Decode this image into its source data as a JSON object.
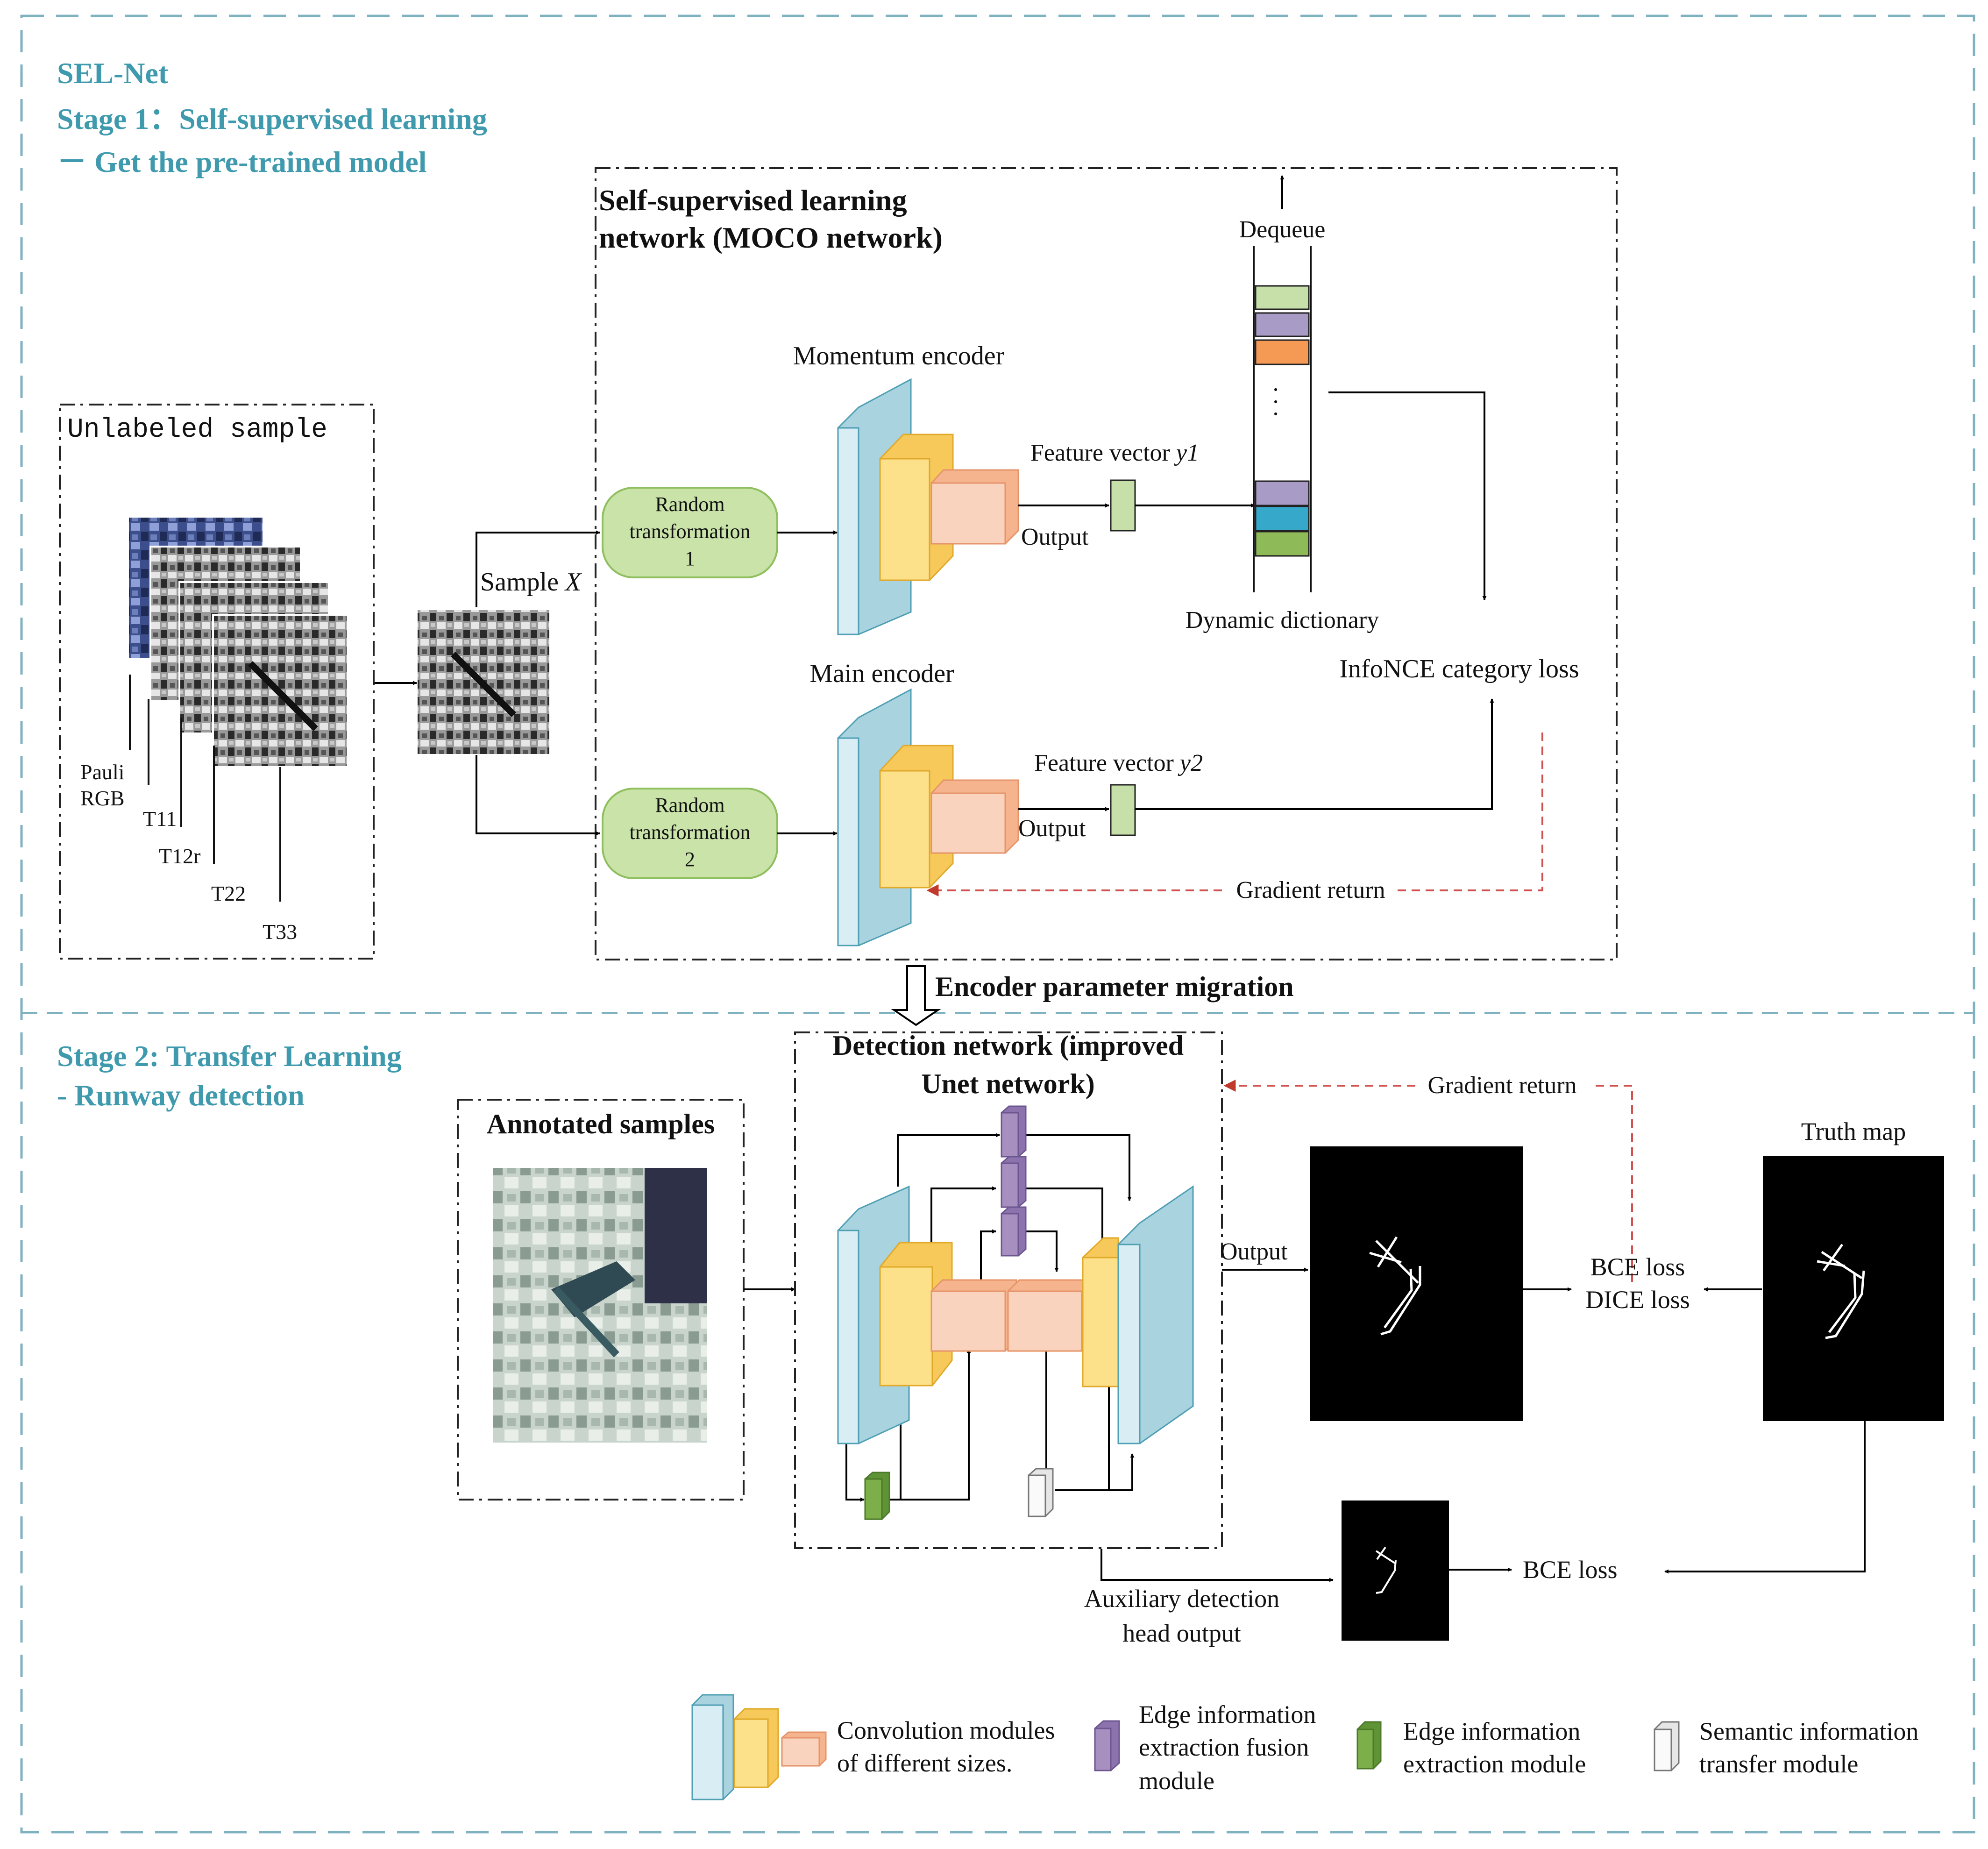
{
  "sections": {
    "net_name": "SEL-Net",
    "stage1_title": "Stage 1：Self-supervised learning",
    "stage1_sub": "－ Get the pre-trained model",
    "stage2_title": "Stage 2: Transfer Learning",
    "stage2_sub": "- Runway detection"
  },
  "stage1": {
    "moco_title_line1": "Self-supervised learning",
    "moco_title_line2": "network (MOCO network)",
    "unlabeled_title": "Unlabeled sample",
    "channels": [
      "Pauli",
      "RGB",
      "T11",
      "T12r",
      "T22",
      "T33"
    ],
    "sample_label": "Sample ",
    "sample_var": "X",
    "rt1": [
      "Random",
      "transformation",
      "1"
    ],
    "rt2": [
      "Random",
      "transformation",
      "2"
    ],
    "momentum_encoder": "Momentum encoder",
    "main_encoder": "Main encoder",
    "feature_y1": "Feature vector ",
    "feature_y1_var": "y1",
    "feature_y2": "Feature vector ",
    "feature_y2_var": "y2",
    "output": "Output",
    "dequeue": "Dequeue",
    "dict_dots": ". . .",
    "dynamic_dictionary": "Dynamic dictionary",
    "infonce": "InfoNCE category loss",
    "gradient_return": "Gradient return"
  },
  "migration": "Encoder parameter migration",
  "stage2": {
    "annotated_title": "Annotated samples",
    "det_title_line1": "Detection network (improved",
    "det_title_line2": "Unet network)",
    "gradient_return": "Gradient return",
    "output": "Output",
    "truth_map": "Truth map",
    "bce_loss": "BCE loss",
    "dice_loss": "DICE loss",
    "aux_line1": "Auxiliary detection",
    "aux_line2": "head output",
    "bce_loss_aux": "BCE loss"
  },
  "legend": {
    "conv_line1": "Convolution modules",
    "conv_line2": "of different sizes.",
    "efusion_line1": "Edge information",
    "efusion_line2": "extraction fusion",
    "efusion_line3": "module",
    "edge_line1": "Edge information",
    "edge_line2": "extraction module",
    "semantic_line1": "Semantic information",
    "semantic_line2": "transfer module"
  },
  "colors": {
    "teal_text": "#3f9aae",
    "outer_border": "#7fb2c0",
    "encoder_blue": "#b9dde7",
    "encoder_yellow": "#fde08a",
    "encoder_peach": "#f9d3bd",
    "green_box": "#c9e3a8",
    "purple_module": "#a78fc0",
    "green_module": "#7cae4a",
    "dict_green_light": "#c7dfa8",
    "dict_purple": "#a89bc6",
    "dict_orange": "#f59a55",
    "dict_cyan": "#36a9cb",
    "dict_green": "#8ebb57",
    "red_dashed": "#d05050"
  }
}
